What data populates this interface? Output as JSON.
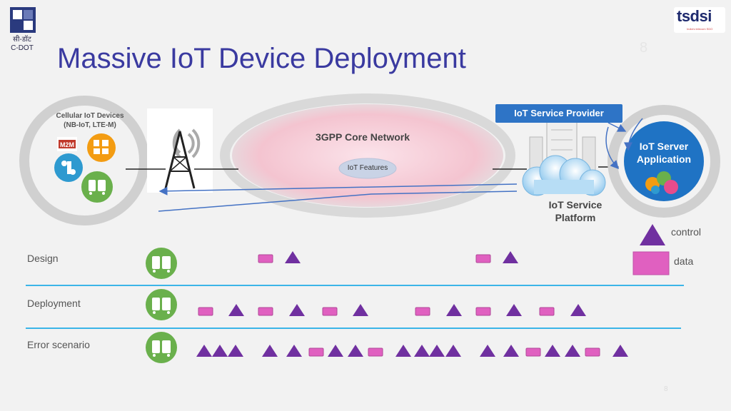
{
  "slide": {
    "title": "Massive IoT Device Deployment",
    "slide_number": "8",
    "footer_number": "8"
  },
  "logos": {
    "cdot": {
      "line1": "सी-डॉट",
      "line2": "C-DOT"
    },
    "tsdsi": {
      "name": "tsdsi",
      "tagline": "India's telecom SDO"
    }
  },
  "diagram": {
    "devices_label_line1": "Cellular IoT Devices",
    "devices_label_line2": "(NB-IoT, LTE-M)",
    "core_network_label": "3GPP Core Network",
    "iot_features_label": "IoT Features",
    "provider_label": "IoT Service Provider",
    "server_label_line1": "IoT Server",
    "server_label_line2": "Application",
    "platform_label_line1": "IoT Service",
    "platform_label_line2": "Platform",
    "m2m_badge": "M2M"
  },
  "legend": {
    "control": "control",
    "data": "data",
    "control_color": "#7030a0",
    "data_color": "#e060c0"
  },
  "rows": [
    {
      "label": "Design",
      "signals": [
        "data",
        "control",
        "data",
        "control"
      ]
    },
    {
      "label": "Deployment",
      "signals": [
        "data",
        "control",
        "data",
        "control",
        "data",
        "control",
        "data",
        "control",
        "data",
        "control",
        "data",
        "control"
      ]
    },
    {
      "label": "Error scenario",
      "signals": [
        "control",
        "control",
        "control",
        "control",
        "control",
        "data",
        "control",
        "control",
        "data",
        "control",
        "control",
        "control",
        "control",
        "control",
        "control",
        "data",
        "control",
        "control",
        "data",
        "control"
      ]
    }
  ],
  "colors": {
    "accent_blue": "#2e74c6",
    "title_color": "#3a3aa0",
    "divider": "#3bb5e8"
  }
}
